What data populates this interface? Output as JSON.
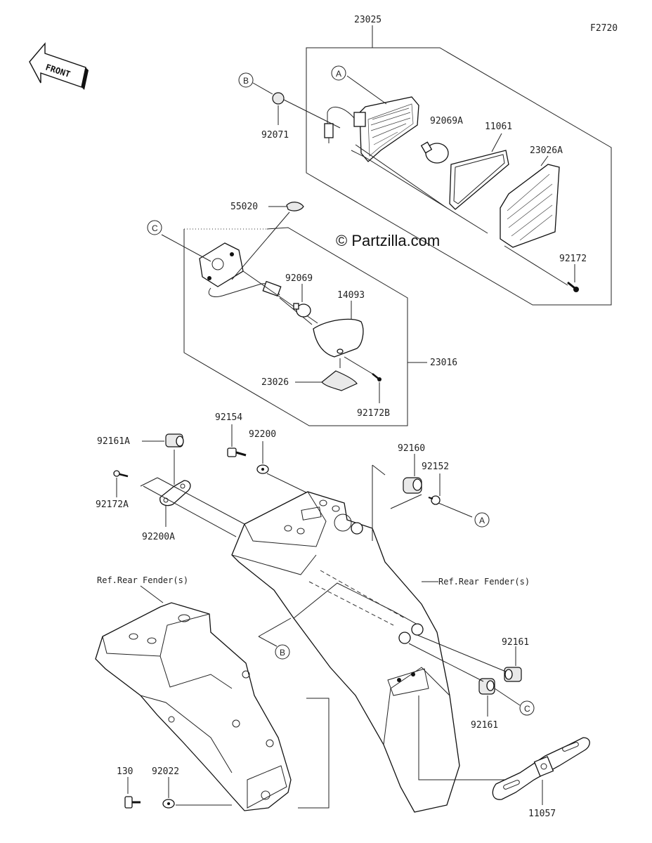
{
  "diagram_code": "F2720",
  "watermark": "© Partzilla.com",
  "front_label": "FRONT",
  "part_numbers": {
    "p23025": "23025",
    "p92071": "92071",
    "p92069A": "92069A",
    "p11061": "11061",
    "p23026A": "23026A",
    "p92172": "92172",
    "p55020": "55020",
    "p92069": "92069",
    "p14093": "14093",
    "p23016": "23016",
    "p23026": "23026",
    "p92172B": "92172B",
    "p92154": "92154",
    "p92200": "92200",
    "p92161A": "92161A",
    "p92172A": "92172A",
    "p92200A": "92200A",
    "p92160": "92160",
    "p92152": "92152",
    "p92161_top": "92161",
    "p92161_bottom": "92161",
    "p130": "130",
    "p92022": "92022",
    "p11057": "11057"
  },
  "references": {
    "ref_left": "Ref.Rear Fender(s)",
    "ref_right": "Ref.Rear Fender(s)"
  },
  "callouts": {
    "a_top": "A",
    "a_mid": "A",
    "b_top": "B",
    "b_mid": "B",
    "c_top": "C",
    "c_mid": "C"
  }
}
